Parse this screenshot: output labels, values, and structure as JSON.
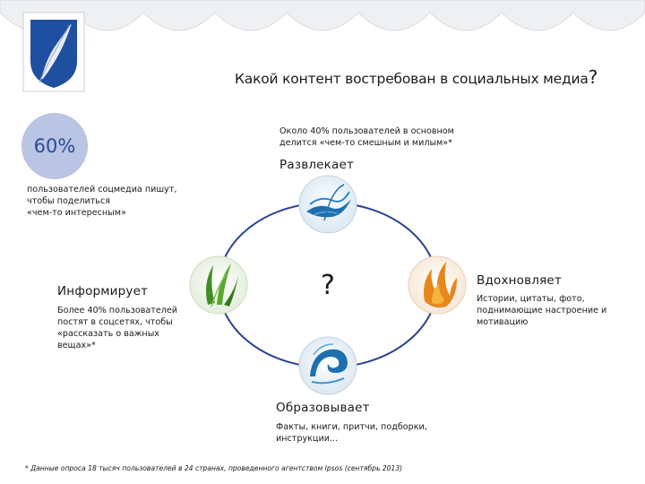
{
  "title": {
    "text": "Какой контент востребован в социальных медиа",
    "mark": "?"
  },
  "stat": {
    "value": "60%",
    "note": [
      "пользователей соцмедиа пишут,",
      "чтобы поделиться",
      "«чем-то интересным»"
    ]
  },
  "center_symbol": "?",
  "categories": {
    "entertain": {
      "label": "Развлекает",
      "note": [
        "Около 40% пользователей в основном",
        "делится «чем-то смешным и милым»*"
      ]
    },
    "inform": {
      "label": "Информирует",
      "note": [
        "Более 40% пользователей",
        "постят в соцсетях, чтобы",
        "«рассказать о важных",
        "вещах»*"
      ]
    },
    "inspire": {
      "label": "Вдохновляет",
      "note": [
        "Истории, цитаты, фото,",
        "поднимающие настроение  и",
        "мотивацию"
      ]
    },
    "educate": {
      "label": "Образовывает",
      "note": [
        "Факты, книги, притчи, подборки,",
        "инструкции..."
      ]
    }
  },
  "footnote": "* Данные опроса 18 тысяч пользователей в 24 странах, проведенного агентством Ipsos (сентябрь 2013)",
  "colors": {
    "band": "#eef0f2",
    "ring": "#2d4190",
    "badge_fill": "#b9c5e2",
    "stat_text": "#2b4a9a",
    "shield": "#1f4fa0",
    "node_blue": "#1e6fb0",
    "node_green": "#3f8f24",
    "node_orange": "#e6861c"
  },
  "icons": {
    "logo": "shield-feather-emblem",
    "entertain": "blue-wave-icon",
    "inform": "green-leaf-icon",
    "inspire": "orange-flame-icon",
    "educate": "blue-spiral-wave-icon"
  }
}
